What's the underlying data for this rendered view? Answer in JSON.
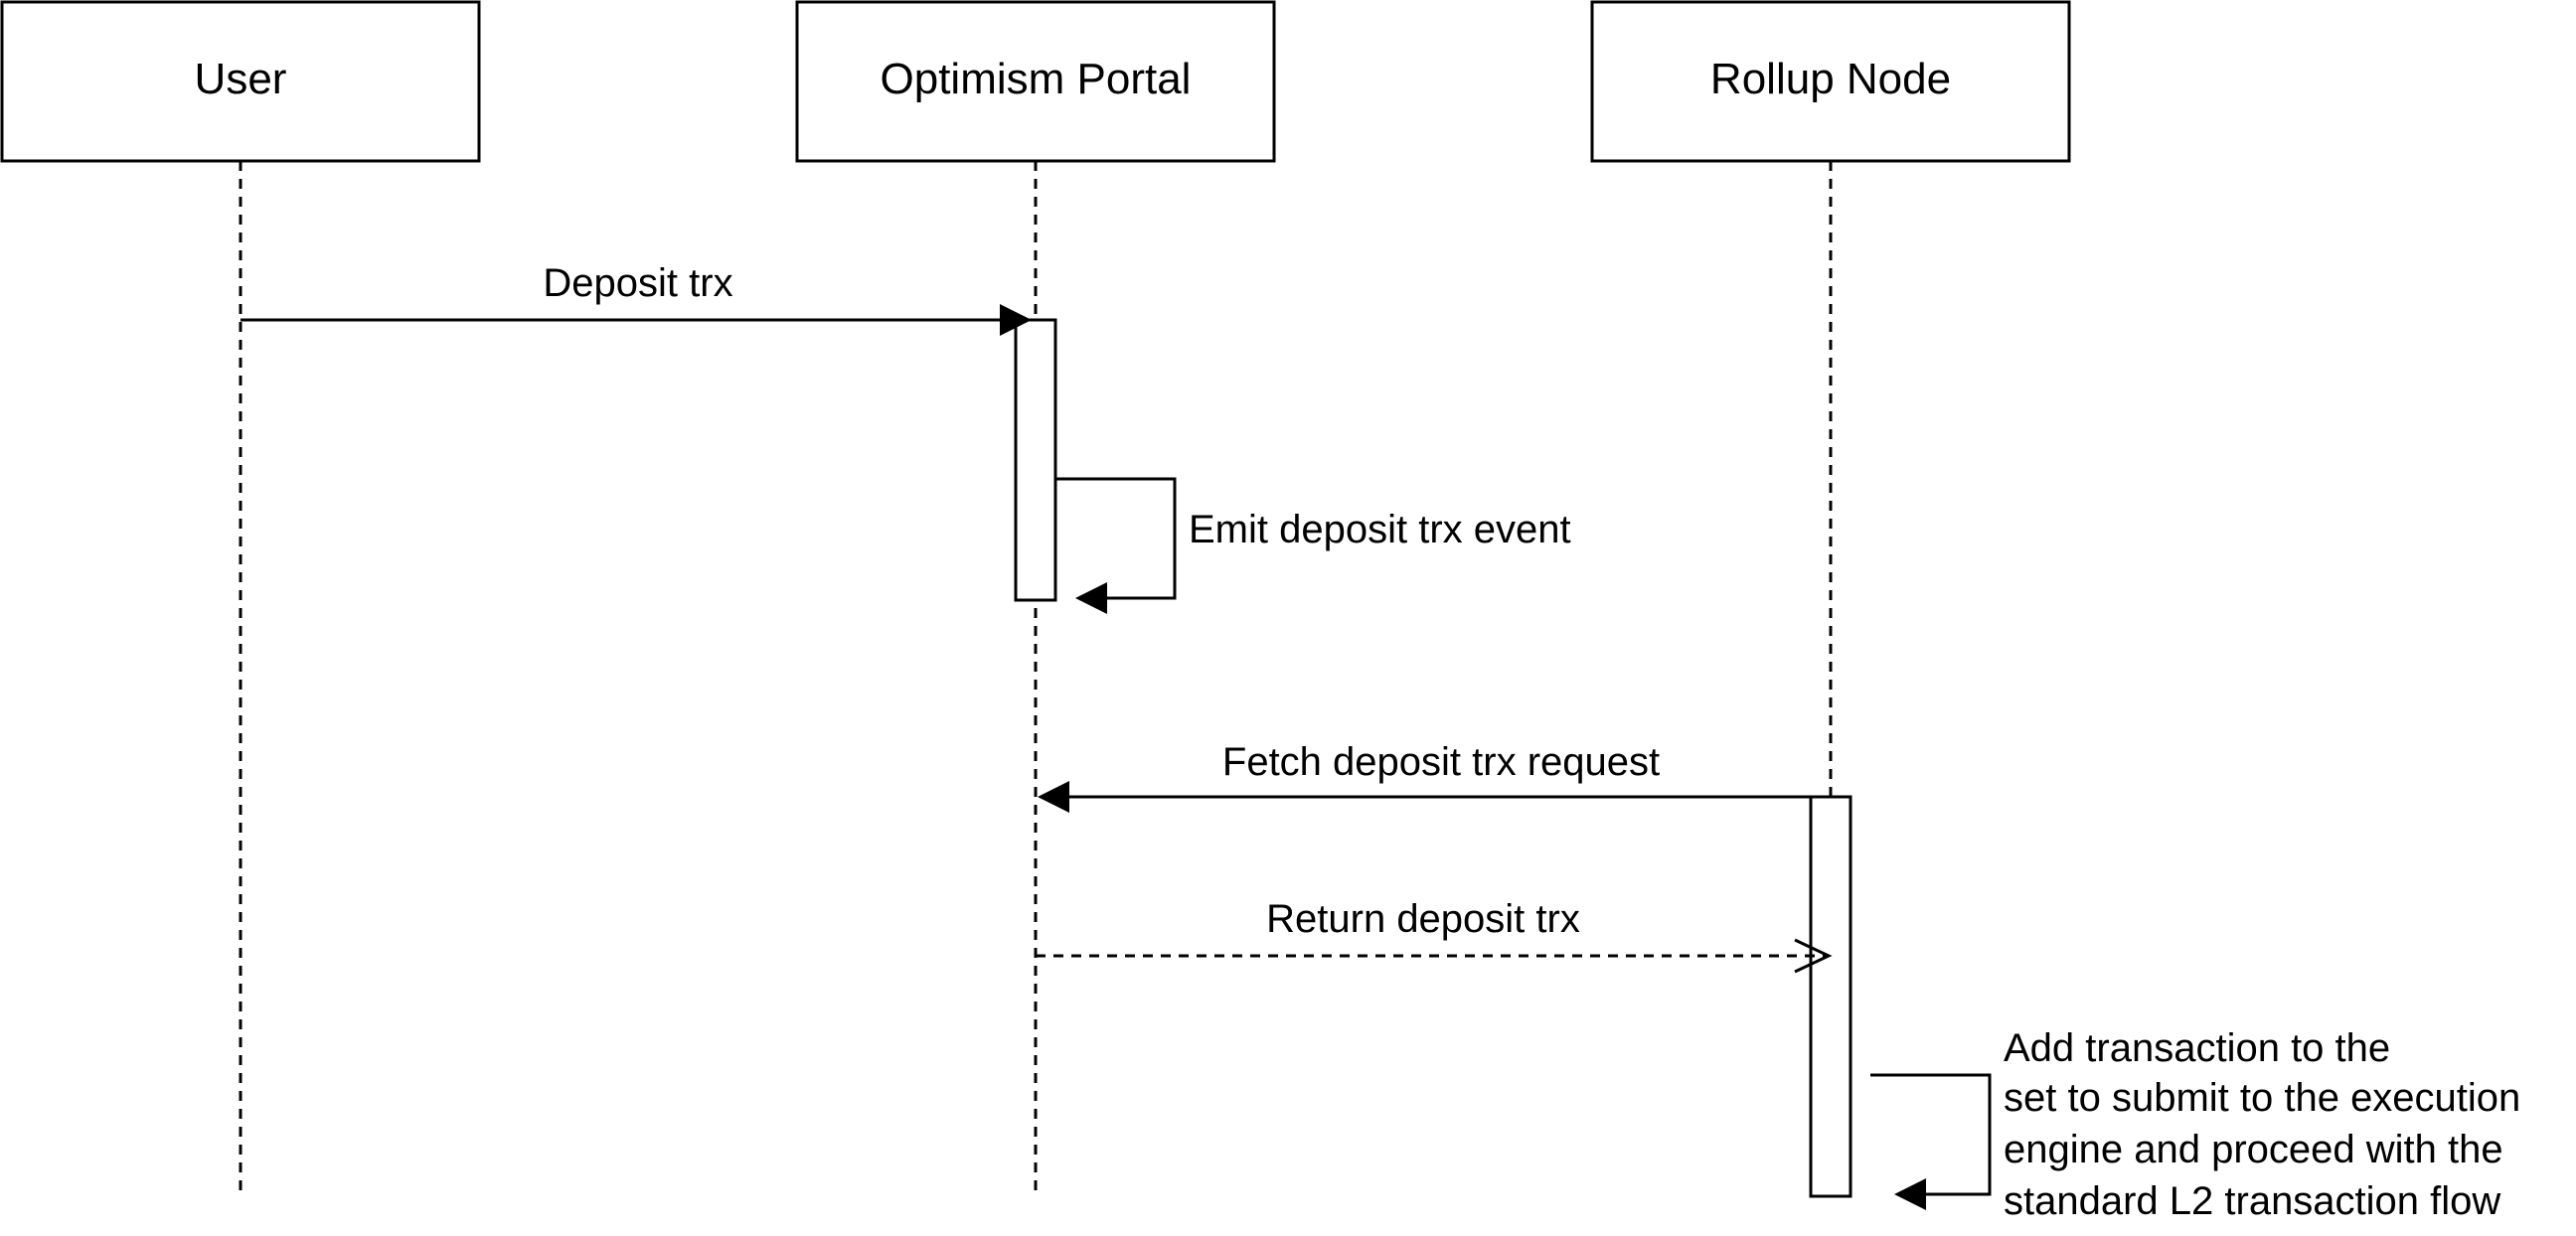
{
  "participants": [
    {
      "id": "user",
      "label": "User"
    },
    {
      "id": "portal",
      "label": "Optimism Portal"
    },
    {
      "id": "node",
      "label": "Rollup Node"
    }
  ],
  "messages": [
    {
      "from": "user",
      "to": "portal",
      "label": "Deposit trx",
      "style": "solid"
    },
    {
      "from": "portal",
      "to": "portal",
      "label": "Emit deposit trx event",
      "style": "self"
    },
    {
      "from": "node",
      "to": "portal",
      "label": "Fetch deposit trx request",
      "style": "solid"
    },
    {
      "from": "portal",
      "to": "node",
      "label": "Return deposit trx",
      "style": "dashed-open"
    },
    {
      "from": "node",
      "to": "node",
      "style": "self",
      "label_lines": [
        "Add transaction to the",
        "set to submit to the execution",
        "engine and proceed with the",
        "standard L2 transaction flow"
      ]
    }
  ]
}
